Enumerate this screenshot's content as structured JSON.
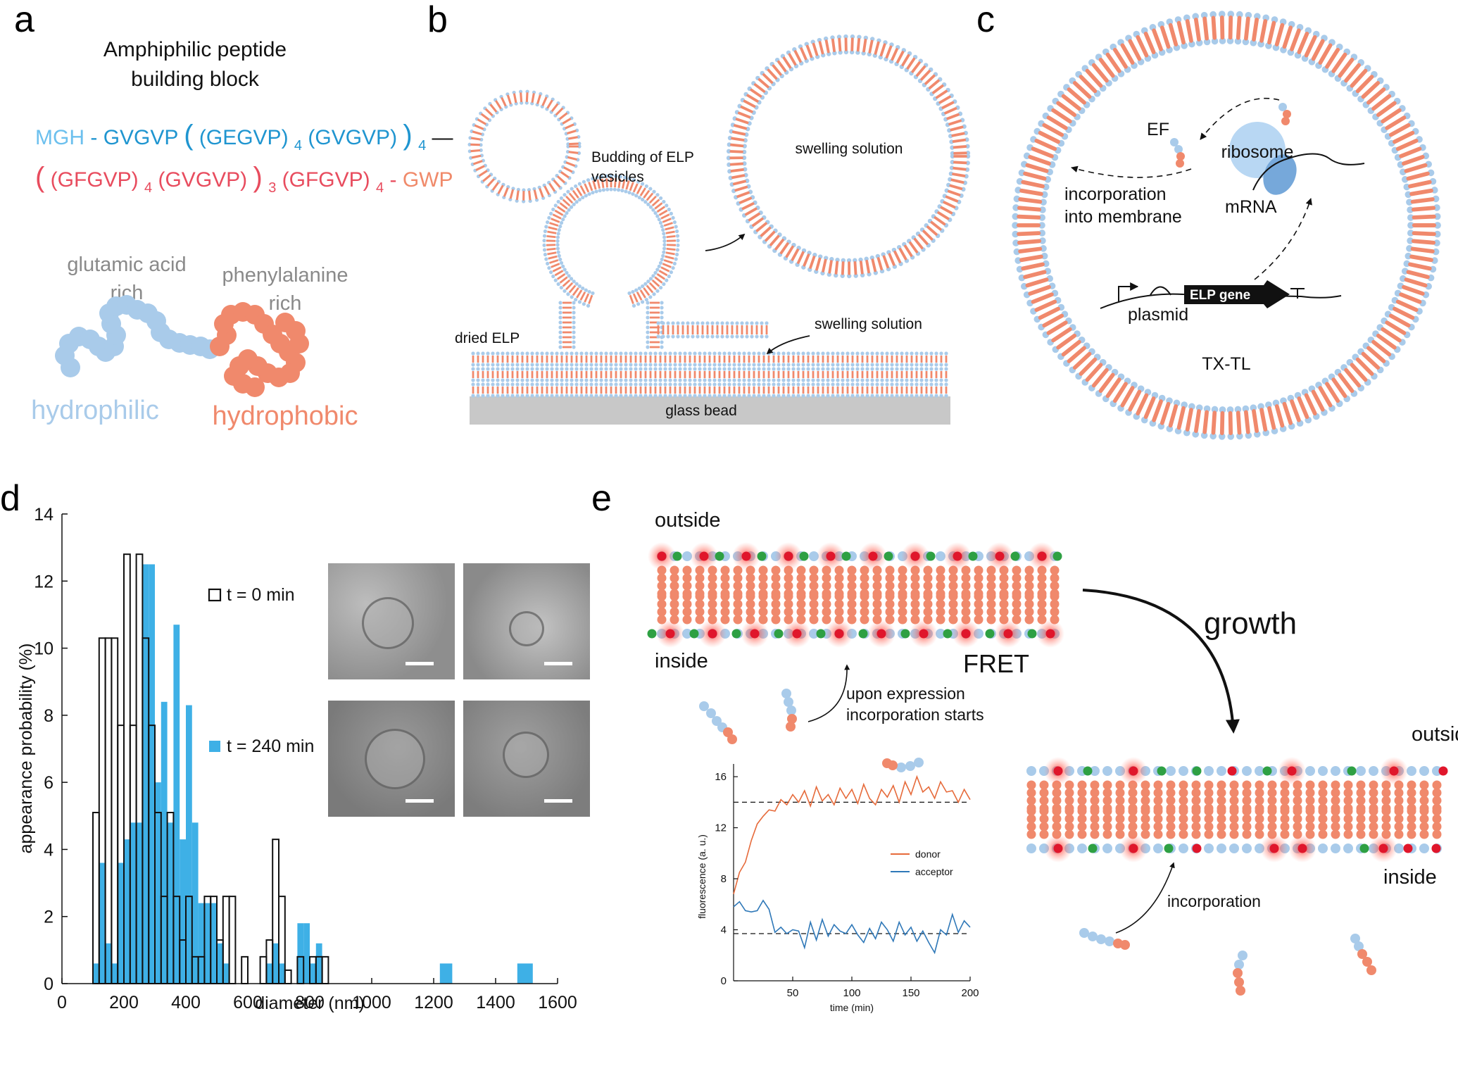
{
  "panel_letters": {
    "a": "a",
    "b": "b",
    "c": "c",
    "d": "d",
    "e": "e"
  },
  "colors": {
    "hydrophilic": "#a9cbea",
    "hydrophobic": "#f0896c",
    "seq_blue": "#1f95d0",
    "seq_pink": "#e84c5e",
    "hist_blue": "#3eb0e6",
    "donor": "#e66a3a",
    "acceptor": "#2f78b8",
    "fret_red": "#e0162b",
    "green_dye": "#2ea043",
    "glass": "#c8c8c8"
  },
  "panel_a": {
    "title_line1": "Amphiphilic peptide",
    "title_line2": "building block",
    "seq1": {
      "mgh": "MGH",
      "d1": "-",
      "gvgvp": "GVGVP",
      "p_open": "(",
      "gegvp": "(GEGVP)",
      "sub4a": "4",
      "gvgvp2": "(GVGVP)",
      "p_close": ")",
      "sub4b": "4",
      "dash": "—"
    },
    "seq2": {
      "p_open": "(",
      "gfgvp": "(GFGVP)",
      "sub4a": "4",
      "gvgvp": "(GVGVP)",
      "p_close": ")",
      "sub3": "3",
      "gfgvp2": "(GFGVP)",
      "sub4b": "4",
      "d2": "-",
      "gwp": "GWP"
    },
    "glutamic_line1": "glutamic acid",
    "glutamic_line2": "rich",
    "phenyl_line1": "phenylalanine",
    "phenyl_line2": "rich",
    "hydrophilic": "hydrophilic",
    "hydrophobic": "hydrophobic"
  },
  "panel_b": {
    "budding_line1": "Budding of ELP",
    "budding_line2": "vesicles",
    "swelling_inside": "swelling solution",
    "swelling_bottom": "swelling solution",
    "dried_elp": "dried ELP",
    "glass_bead": "glass bead"
  },
  "panel_c": {
    "ef": "EF",
    "ribosome": "ribosome",
    "incorp_line1": "incorporation",
    "incorp_line2": "into membrane",
    "mrna": "mRNA",
    "elp_gene": "ELP gene",
    "plasmid": "plasmid",
    "txtl": "TX-TL"
  },
  "panel_d": {
    "legend_t0": "t = 0 min",
    "legend_t240": "t = 240 min"
  },
  "panel_e": {
    "outside_top": "outside",
    "inside_top": "inside",
    "fret": "FRET",
    "upon_line1": "upon expression",
    "upon_line2": "incorporation starts",
    "growth": "growth",
    "outside_right": "outside",
    "inside_right": "inside",
    "incorporation": "incorporation"
  },
  "chart_data": [
    {
      "type": "histogram",
      "xlabel": "diameter (nm)",
      "ylabel": "appearance probability (%)",
      "xlim": [
        0,
        1600
      ],
      "ylim": [
        0,
        14
      ],
      "xticks": [
        0,
        200,
        400,
        600,
        800,
        1000,
        1200,
        1400,
        1600
      ],
      "yticks": [
        0,
        2,
        4,
        6,
        8,
        10,
        12,
        14
      ],
      "series": [
        {
          "name": "t = 0 min",
          "style": "open",
          "bins": [
            [
              100,
              120,
              5.1
            ],
            [
              120,
              140,
              10.3
            ],
            [
              140,
              160,
              10.3
            ],
            [
              160,
              180,
              10.3
            ],
            [
              180,
              200,
              7.7
            ],
            [
              200,
              220,
              12.8
            ],
            [
              220,
              240,
              7.7
            ],
            [
              240,
              260,
              12.8
            ],
            [
              260,
              280,
              10.3
            ],
            [
              280,
              300,
              7.7
            ],
            [
              300,
              320,
              5.1
            ],
            [
              320,
              340,
              2.6
            ],
            [
              340,
              360,
              5.1
            ],
            [
              360,
              380,
              2.6
            ],
            [
              380,
              400,
              1.3
            ],
            [
              400,
              420,
              2.6
            ],
            [
              420,
              440,
              0.8
            ],
            [
              440,
              460,
              0.8
            ],
            [
              460,
              480,
              2.6
            ],
            [
              480,
              500,
              2.6
            ],
            [
              500,
              520,
              1.3
            ],
            [
              520,
              540,
              2.6
            ],
            [
              540,
              560,
              2.6
            ],
            [
              580,
              600,
              0.8
            ],
            [
              640,
              660,
              0.8
            ],
            [
              660,
              680,
              1.3
            ],
            [
              680,
              700,
              4.3
            ],
            [
              700,
              720,
              2.6
            ],
            [
              720,
              740,
              0.4
            ],
            [
              760,
              780,
              0.8
            ],
            [
              800,
              820,
              0.8
            ],
            [
              820,
              840,
              0.8
            ],
            [
              840,
              860,
              0.8
            ]
          ]
        },
        {
          "name": "t = 240 min",
          "style": "filled",
          "bins": [
            [
              100,
              120,
              0.6
            ],
            [
              120,
              140,
              3.6
            ],
            [
              140,
              160,
              1.2
            ],
            [
              160,
              180,
              0.6
            ],
            [
              180,
              200,
              3.6
            ],
            [
              200,
              220,
              4.3
            ],
            [
              220,
              240,
              4.8
            ],
            [
              240,
              260,
              4.8
            ],
            [
              260,
              280,
              12.5
            ],
            [
              280,
              300,
              12.5
            ],
            [
              300,
              320,
              6.0
            ],
            [
              320,
              340,
              8.4
            ],
            [
              340,
              360,
              4.8
            ],
            [
              360,
              380,
              10.7
            ],
            [
              380,
              400,
              4.3
            ],
            [
              400,
              420,
              8.3
            ],
            [
              420,
              440,
              4.8
            ],
            [
              440,
              460,
              2.4
            ],
            [
              460,
              480,
              2.4
            ],
            [
              480,
              500,
              2.4
            ],
            [
              500,
              520,
              1.2
            ],
            [
              520,
              540,
              0.6
            ],
            [
              660,
              680,
              0.6
            ],
            [
              680,
              700,
              1.2
            ],
            [
              700,
              720,
              0.6
            ],
            [
              760,
              780,
              1.8
            ],
            [
              780,
              800,
              1.8
            ],
            [
              800,
              820,
              0.6
            ],
            [
              820,
              840,
              1.2
            ],
            [
              1220,
              1260,
              0.6
            ],
            [
              1470,
              1520,
              0.6
            ]
          ]
        }
      ]
    },
    {
      "type": "line",
      "xlabel": "time (min)",
      "ylabel": "fluorescence (a. u.)",
      "xlim": [
        0,
        200
      ],
      "ylim": [
        0,
        17
      ],
      "xticks": [
        50,
        100,
        150,
        200
      ],
      "yticks": [
        0,
        4,
        8,
        12,
        16
      ],
      "ref_lines": [
        14,
        3.7
      ],
      "series": [
        {
          "name": "donor",
          "x": [
            0,
            5,
            10,
            15,
            20,
            25,
            30,
            35,
            40,
            45,
            50,
            55,
            60,
            65,
            70,
            75,
            80,
            85,
            90,
            95,
            100,
            105,
            110,
            115,
            120,
            125,
            130,
            135,
            140,
            145,
            150,
            155,
            160,
            165,
            170,
            175,
            180,
            185,
            190,
            195,
            200
          ],
          "y": [
            6.8,
            8.5,
            9.3,
            11.0,
            12.3,
            12.9,
            13.4,
            13.3,
            14.2,
            13.8,
            14.6,
            14.0,
            14.9,
            13.7,
            15.2,
            14.1,
            14.6,
            13.8,
            15.1,
            14.3,
            15.0,
            13.9,
            15.4,
            14.3,
            13.8,
            15.0,
            14.4,
            15.3,
            14.0,
            15.6,
            14.6,
            16.0,
            14.8,
            15.2,
            14.3,
            15.6,
            14.8,
            14.9,
            14.0,
            15.0,
            14.2
          ]
        },
        {
          "name": "acceptor",
          "x": [
            0,
            5,
            10,
            15,
            20,
            25,
            30,
            35,
            40,
            45,
            50,
            55,
            60,
            65,
            70,
            75,
            80,
            85,
            90,
            95,
            100,
            105,
            110,
            115,
            120,
            125,
            130,
            135,
            140,
            145,
            150,
            155,
            160,
            165,
            170,
            175,
            180,
            185,
            190,
            195,
            200
          ],
          "y": [
            5.8,
            6.2,
            5.5,
            5.4,
            5.5,
            6.3,
            5.6,
            3.8,
            4.2,
            3.7,
            4.0,
            3.9,
            2.6,
            4.6,
            3.2,
            4.8,
            3.5,
            4.4,
            3.9,
            3.7,
            4.4,
            3.6,
            3.0,
            4.1,
            3.3,
            4.6,
            4.0,
            3.1,
            4.6,
            3.6,
            4.2,
            3.1,
            3.9,
            3.0,
            2.2,
            4.0,
            3.6,
            5.2,
            3.8,
            4.7,
            4.2
          ]
        }
      ]
    }
  ]
}
